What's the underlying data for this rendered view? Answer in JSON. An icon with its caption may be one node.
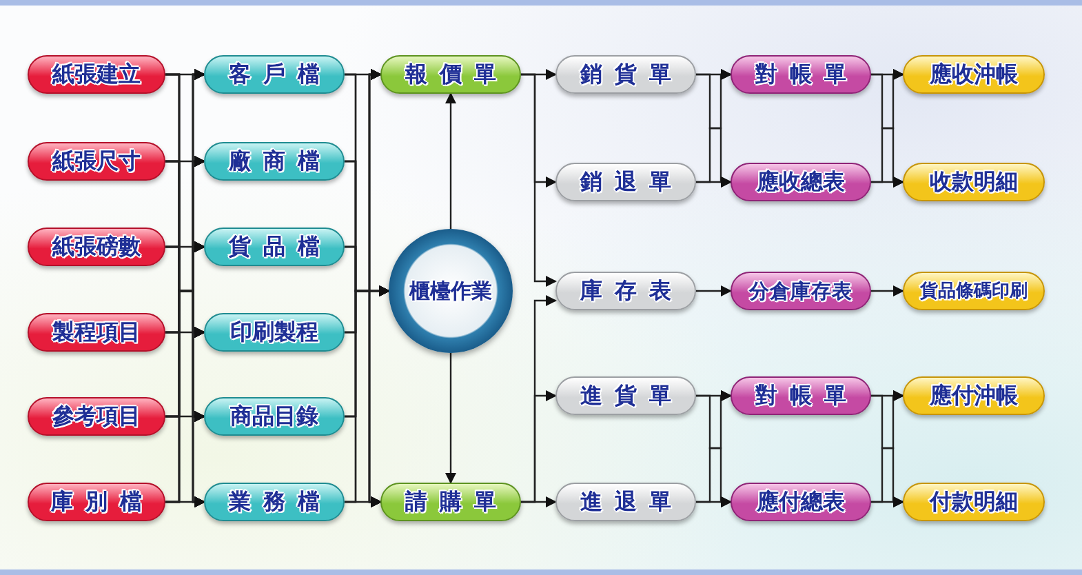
{
  "diagram": {
    "nodes": [
      {
        "text": [
          "紙張建立"
        ]
      },
      {
        "text": [
          "紙張尺寸"
        ]
      },
      {
        "text": [
          "紙張磅數"
        ]
      },
      {
        "text": [
          "製程項目"
        ]
      },
      {
        "text": [
          "參考項目"
        ]
      },
      {
        "text": [
          "庫別檔"
        ]
      },
      {
        "text": [
          "客戶檔"
        ]
      },
      {
        "text": [
          "廠商檔"
        ]
      },
      {
        "text": [
          "貨品檔"
        ]
      },
      {
        "text": [
          "印刷製程"
        ]
      },
      {
        "text": [
          "商品目錄"
        ]
      },
      {
        "text": [
          "業務檔"
        ]
      },
      {
        "text": [
          "報價單"
        ]
      },
      {
        "text": [
          "櫃檯作業"
        ]
      },
      {
        "text": [
          "請購單"
        ]
      },
      {
        "text": [
          "銷貨單"
        ]
      },
      {
        "text": [
          "銷退單"
        ]
      },
      {
        "text": [
          "庫存表"
        ]
      },
      {
        "text": [
          "進貨單"
        ]
      },
      {
        "text": [
          "進退單"
        ]
      },
      {
        "text": [
          "對帳單"
        ]
      },
      {
        "text": [
          "應收總表"
        ]
      },
      {
        "text": [
          "分倉庫存表"
        ]
      },
      {
        "text": [
          "對帳單"
        ]
      },
      {
        "text": [
          "應付總表"
        ]
      },
      {
        "text": [
          "應收沖帳"
        ]
      },
      {
        "text": [
          "收款明細"
        ]
      },
      {
        "text": [
          "貨品條碼印刷"
        ]
      },
      {
        "text": [
          "應付沖帳"
        ]
      },
      {
        "text": [
          "付款明細"
        ]
      }
    ],
    "edges": [
      {
        "from": 0,
        "to": 6,
        "arrow": "to"
      },
      {
        "from": 0,
        "to": 7,
        "arrow": "to"
      },
      {
        "from": 0,
        "to": 8,
        "arrow": "to"
      },
      {
        "from": 0,
        "to": 9,
        "arrow": "to"
      },
      {
        "from": 0,
        "to": 10,
        "arrow": "to"
      },
      {
        "from": 0,
        "to": 11,
        "arrow": "to"
      },
      {
        "from": 1,
        "to": 6,
        "arrow": "to"
      },
      {
        "from": 1,
        "to": 7,
        "arrow": "to"
      },
      {
        "from": 1,
        "to": 8,
        "arrow": "to"
      },
      {
        "from": 1,
        "to": 9,
        "arrow": "to"
      },
      {
        "from": 1,
        "to": 10,
        "arrow": "to"
      },
      {
        "from": 1,
        "to": 11,
        "arrow": "to"
      },
      {
        "from": 2,
        "to": 6,
        "arrow": "to"
      },
      {
        "from": 2,
        "to": 7,
        "arrow": "to"
      },
      {
        "from": 2,
        "to": 8,
        "arrow": "to"
      },
      {
        "from": 2,
        "to": 9,
        "arrow": "to"
      },
      {
        "from": 2,
        "to": 10,
        "arrow": "to"
      },
      {
        "from": 2,
        "to": 11,
        "arrow": "to"
      },
      {
        "from": 3,
        "to": 6,
        "arrow": "to"
      },
      {
        "from": 3,
        "to": 7,
        "arrow": "to"
      },
      {
        "from": 3,
        "to": 8,
        "arrow": "to"
      },
      {
        "from": 3,
        "to": 9,
        "arrow": "to"
      },
      {
        "from": 3,
        "to": 10,
        "arrow": "to"
      },
      {
        "from": 3,
        "to": 11,
        "arrow": "to"
      },
      {
        "from": 4,
        "to": 6,
        "arrow": "to"
      },
      {
        "from": 4,
        "to": 7,
        "arrow": "to"
      },
      {
        "from": 4,
        "to": 8,
        "arrow": "to"
      },
      {
        "from": 4,
        "to": 9,
        "arrow": "to"
      },
      {
        "from": 4,
        "to": 10,
        "arrow": "to"
      },
      {
        "from": 4,
        "to": 11,
        "arrow": "to"
      },
      {
        "from": 5,
        "to": 6,
        "arrow": "to"
      },
      {
        "from": 5,
        "to": 7,
        "arrow": "to"
      },
      {
        "from": 5,
        "to": 8,
        "arrow": "to"
      },
      {
        "from": 5,
        "to": 9,
        "arrow": "to"
      },
      {
        "from": 5,
        "to": 10,
        "arrow": "to"
      },
      {
        "from": 5,
        "to": 11,
        "arrow": "to"
      },
      {
        "from": 6,
        "to": 12,
        "arrow": "to"
      },
      {
        "from": 6,
        "to": 13,
        "arrow": "to"
      },
      {
        "from": 6,
        "to": 14,
        "arrow": "to"
      },
      {
        "from": 7,
        "to": 12,
        "arrow": "to"
      },
      {
        "from": 7,
        "to": 13,
        "arrow": "to"
      },
      {
        "from": 7,
        "to": 14,
        "arrow": "to"
      },
      {
        "from": 8,
        "to": 12,
        "arrow": "to"
      },
      {
        "from": 8,
        "to": 13,
        "arrow": "to"
      },
      {
        "from": 8,
        "to": 14,
        "arrow": "to"
      },
      {
        "from": 9,
        "to": 12,
        "arrow": "to"
      },
      {
        "from": 9,
        "to": 13,
        "arrow": "to"
      },
      {
        "from": 9,
        "to": 14,
        "arrow": "to"
      },
      {
        "from": 10,
        "to": 12,
        "arrow": "to"
      },
      {
        "from": 10,
        "to": 13,
        "arrow": "to"
      },
      {
        "from": 10,
        "to": 14,
        "arrow": "to"
      },
      {
        "from": 11,
        "to": 12,
        "arrow": "to"
      },
      {
        "from": 11,
        "to": 13,
        "arrow": "to"
      },
      {
        "from": 11,
        "to": 14,
        "arrow": "to"
      },
      {
        "from": 13,
        "to": 12,
        "arrow": "to"
      },
      {
        "from": 13,
        "to": 14,
        "arrow": "to"
      },
      {
        "from": 12,
        "to": 15,
        "arrow": "to"
      },
      {
        "from": 12,
        "to": 16,
        "arrow": "to"
      },
      {
        "from": 12,
        "to": 17,
        "arrow": "to"
      },
      {
        "from": 14,
        "to": 17,
        "arrow": "to"
      },
      {
        "from": 14,
        "to": 18,
        "arrow": "to"
      },
      {
        "from": 14,
        "to": 19,
        "arrow": "to"
      },
      {
        "from": 15,
        "to": 20,
        "arrow": "to"
      },
      {
        "from": 15,
        "to": 21,
        "arrow": "to"
      },
      {
        "from": 16,
        "to": 20,
        "arrow": "to"
      },
      {
        "from": 16,
        "to": 21,
        "arrow": "to"
      },
      {
        "from": 17,
        "to": 22,
        "arrow": "to"
      },
      {
        "from": 18,
        "to": 23,
        "arrow": "to"
      },
      {
        "from": 18,
        "to": 24,
        "arrow": "to"
      },
      {
        "from": 19,
        "to": 23,
        "arrow": "to"
      },
      {
        "from": 19,
        "to": 24,
        "arrow": "to"
      },
      {
        "from": 20,
        "to": 25,
        "arrow": "to"
      },
      {
        "from": 20,
        "to": 26,
        "arrow": "to"
      },
      {
        "from": 21,
        "to": 25,
        "arrow": "to"
      },
      {
        "from": 21,
        "to": 26,
        "arrow": "to"
      },
      {
        "from": 22,
        "to": 27,
        "arrow": "to"
      },
      {
        "from": 23,
        "to": 28,
        "arrow": "to"
      },
      {
        "from": 23,
        "to": 29,
        "arrow": "to"
      },
      {
        "from": 24,
        "to": 28,
        "arrow": "to"
      },
      {
        "from": 24,
        "to": 29,
        "arrow": "to"
      }
    ]
  }
}
